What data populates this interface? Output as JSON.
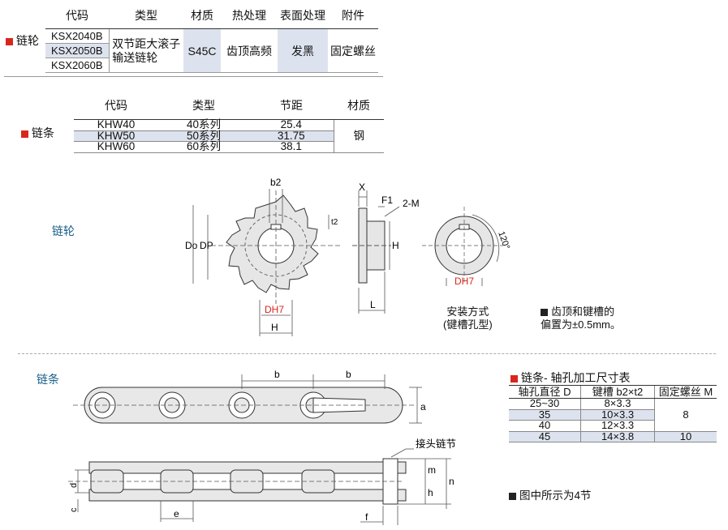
{
  "sprocket_table": {
    "group_label": "链轮",
    "headers": [
      "代码",
      "类型",
      "材质",
      "热处理",
      "表面处理",
      "附件"
    ],
    "codes": [
      "KSX2040B",
      "KSX2050B",
      "KSX2060B"
    ],
    "type": "双节距大滚子输送链轮",
    "material": "S45C",
    "heat_treatment": "齿顶高频",
    "surface": "发黑",
    "accessory": "固定螺丝"
  },
  "chain_table": {
    "group_label": "链条",
    "headers": [
      "代码",
      "类型",
      "节距",
      "材质"
    ],
    "rows": [
      {
        "code": "KHW40",
        "type": "40系列",
        "pitch": "25.4"
      },
      {
        "code": "KHW50",
        "type": "50系列",
        "pitch": "31.75"
      },
      {
        "code": "KHW60",
        "type": "60系列",
        "pitch": "38.1"
      }
    ],
    "material": "钢"
  },
  "sprocket_drawing": {
    "section_label": "链轮",
    "dim_b2": "b2",
    "dim_t2": "t2",
    "dim_Do": "Do",
    "dim_Dp": "DP",
    "dim_DH7": "DH7",
    "dim_H": "H",
    "dim_X": "X",
    "dim_F1": "F1",
    "dim_2M": "2-M",
    "dim_L": "L",
    "dim_120": "120°",
    "install_caption_1": "安装方式",
    "install_caption_2": "(键槽孔型)",
    "note_1": "齿顶和键槽的",
    "note_2": "偏置为±0.5mm。"
  },
  "chain_drawing": {
    "section_label": "链条",
    "dim_b": "b",
    "dim_a": "a",
    "dim_d": "d",
    "dim_c": "c",
    "dim_e": "e",
    "dim_f": "f",
    "dim_m": "m",
    "dim_h": "h",
    "dim_n": "n",
    "joint_label": "接头链节"
  },
  "bore_table": {
    "title": "链条- 轴孔加工尺寸表",
    "headers": [
      "轴孔直径 D",
      "键槽 b2×t2",
      "固定螺丝 M"
    ],
    "rows": [
      {
        "d": "25~30",
        "key": "8×3.3"
      },
      {
        "d": "35",
        "key": "10×3.3"
      },
      {
        "d": "40",
        "key": "12×3.3"
      },
      {
        "d": "45",
        "key": "14×3.8"
      }
    ],
    "screw_a": "8",
    "screw_b": "10"
  },
  "figure_note": "图中所示为4节"
}
